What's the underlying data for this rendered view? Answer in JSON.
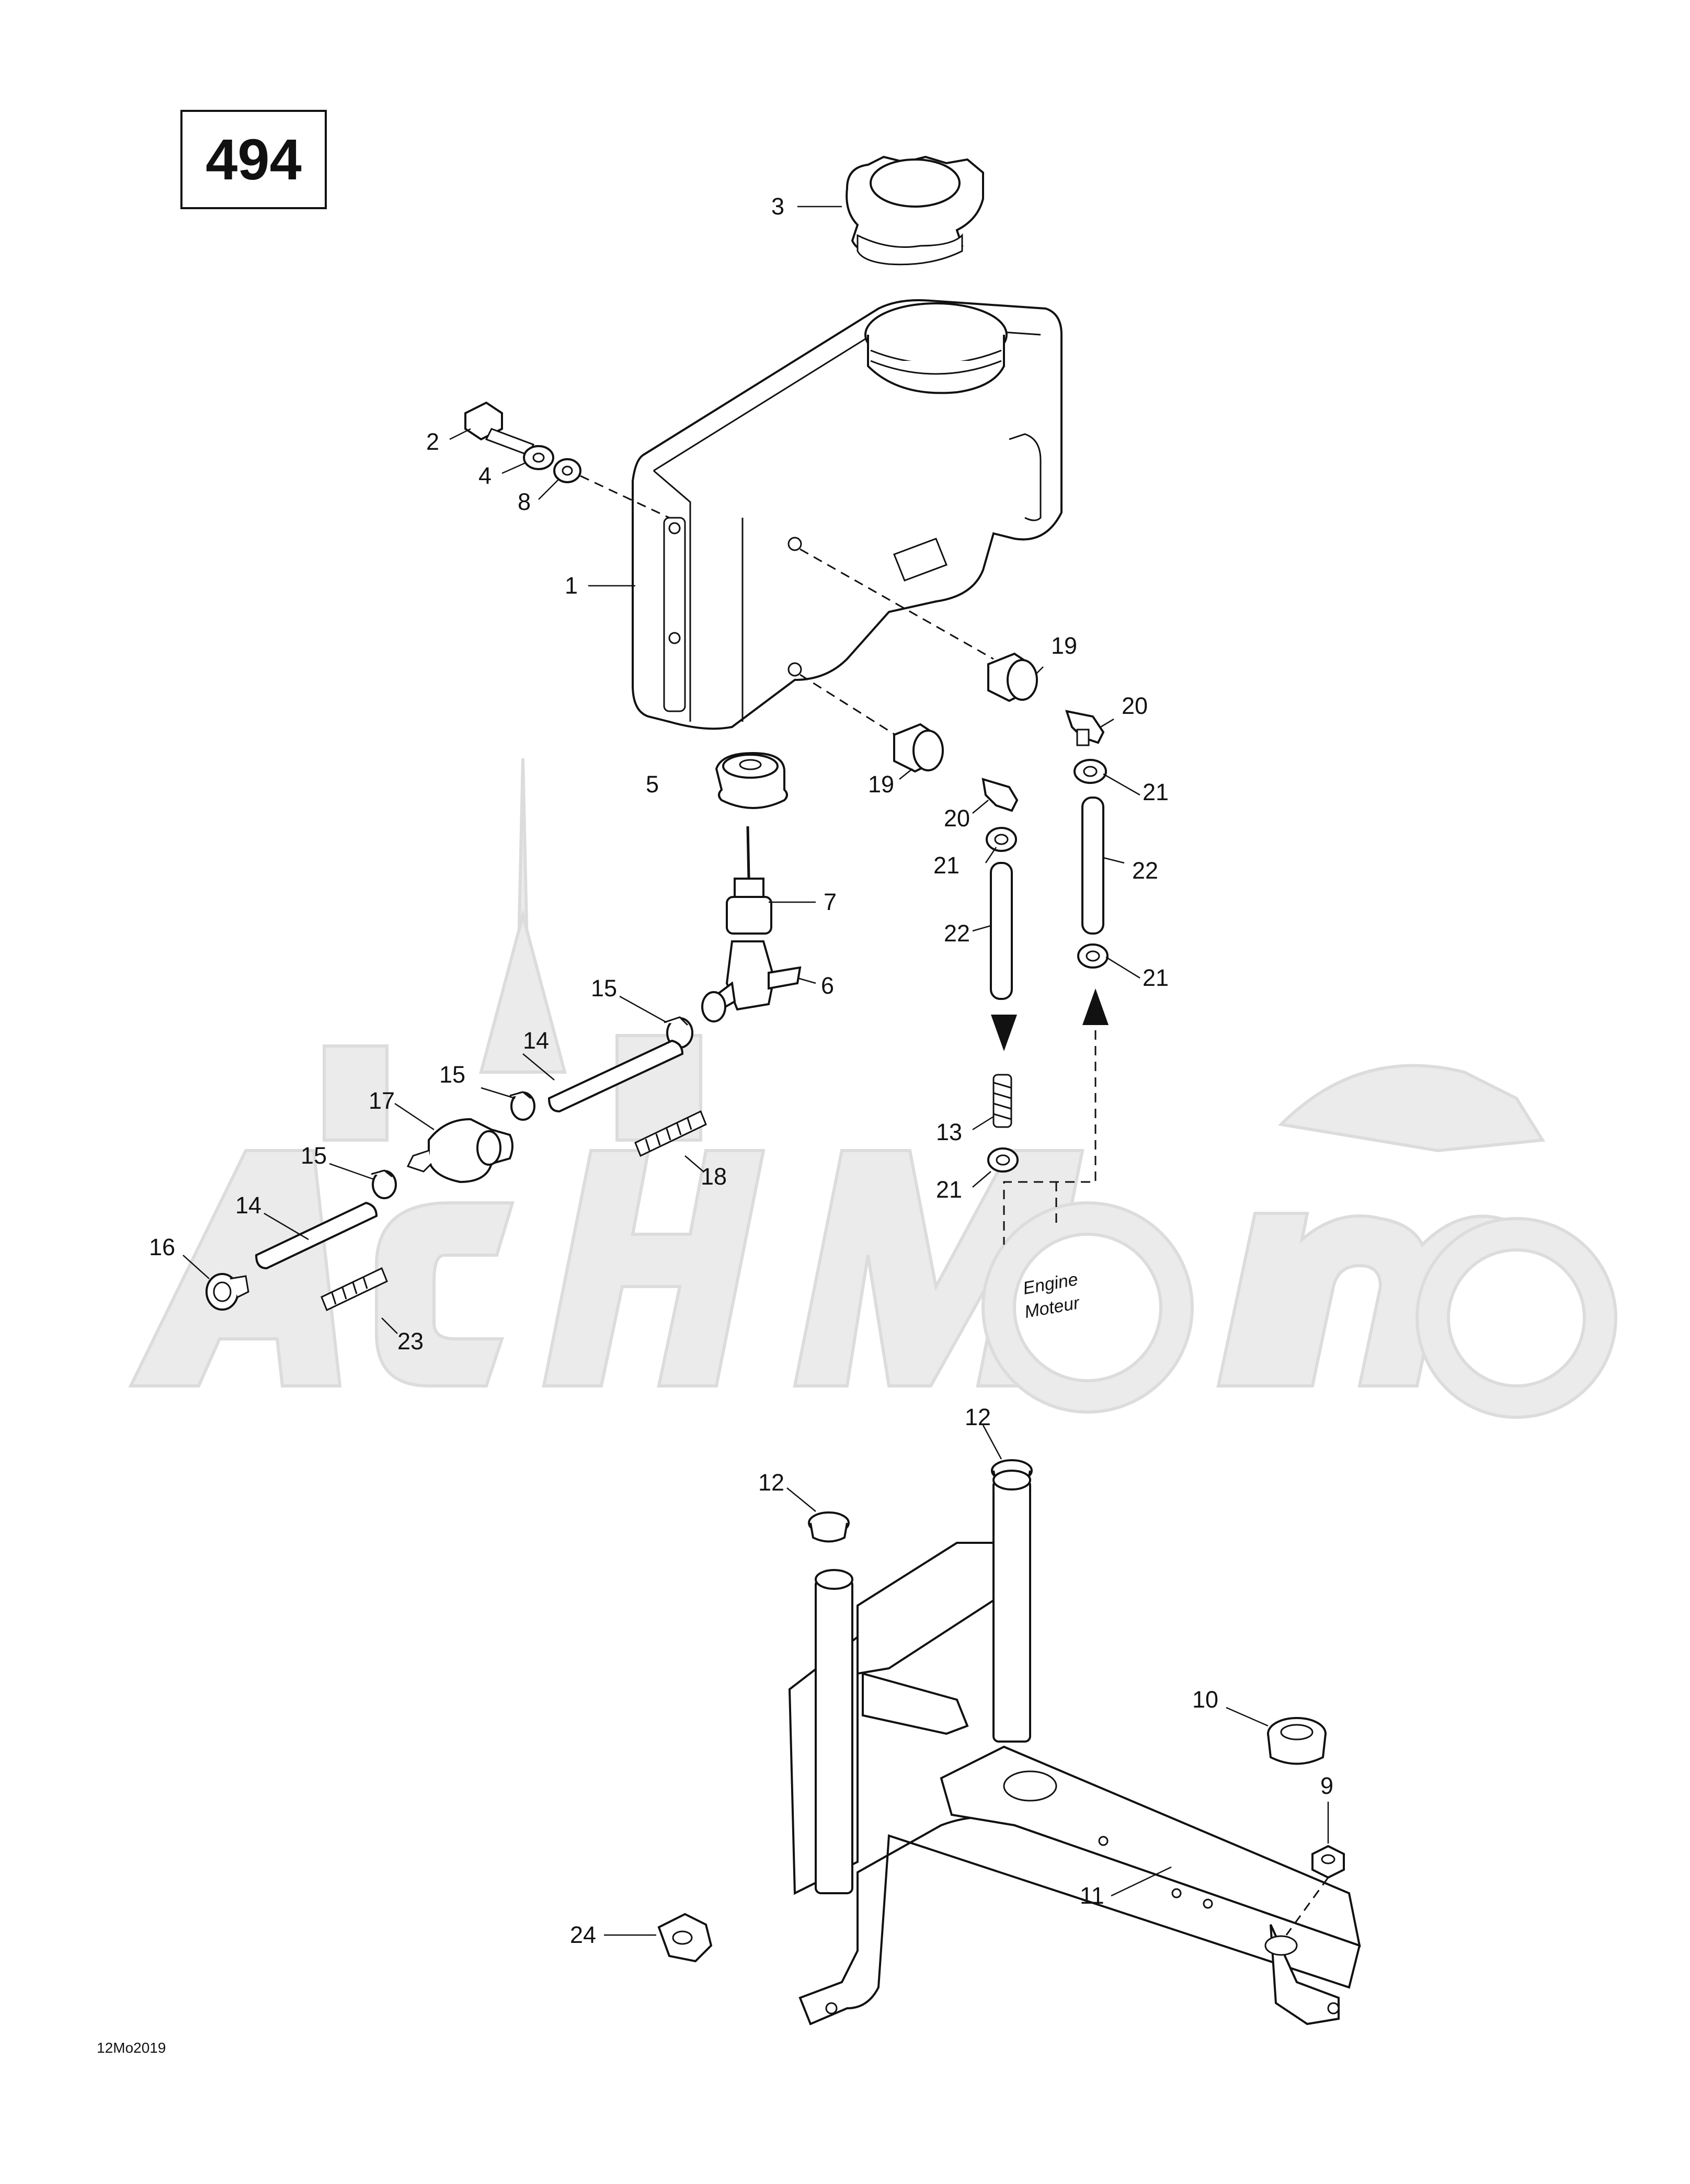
{
  "page_number": "494",
  "reference_code": "12Mo2019",
  "watermark_text": "AchiMoto",
  "engine_note": {
    "line1": "Engine",
    "line2": "Moteur"
  },
  "callouts": {
    "c1": "1",
    "c2": "2",
    "c3": "3",
    "c4": "4",
    "c5": "5",
    "c6": "6",
    "c7": "7",
    "c8": "8",
    "c9": "9",
    "c10": "10",
    "c11": "11",
    "c12a": "12",
    "c12b": "12",
    "c13": "13",
    "c14a": "14",
    "c14b": "14",
    "c15a": "15",
    "c15b": "15",
    "c15c": "15",
    "c16": "16",
    "c17": "17",
    "c18": "18",
    "c19a": "19",
    "c19b": "19",
    "c20a": "20",
    "c20b": "20",
    "c21a": "21",
    "c21b": "21",
    "c21c": "21",
    "c21d": "21",
    "c22a": "22",
    "c22b": "22",
    "c23": "23",
    "c24": "24"
  }
}
